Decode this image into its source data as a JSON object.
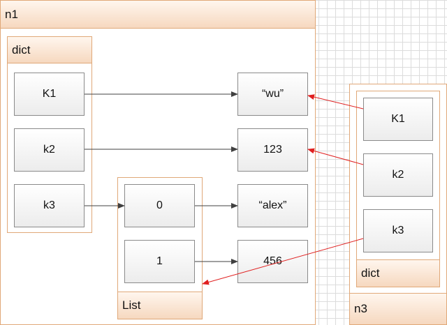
{
  "n1": {
    "title": "n1",
    "dict": {
      "title": "dict",
      "keys": [
        "K1",
        "k2",
        "k3"
      ]
    },
    "values": [
      "“wu”",
      "123",
      "“alex”",
      "456"
    ],
    "list": {
      "title": "List",
      "indices": [
        "0",
        "1"
      ]
    }
  },
  "n3": {
    "title": "n3",
    "dict": {
      "title": "dict",
      "keys": [
        "K1",
        "k2",
        "k3"
      ]
    }
  },
  "colors": {
    "frame_border": "#e0a878",
    "arrow_black": "#404040",
    "arrow_red": "#e02020"
  }
}
